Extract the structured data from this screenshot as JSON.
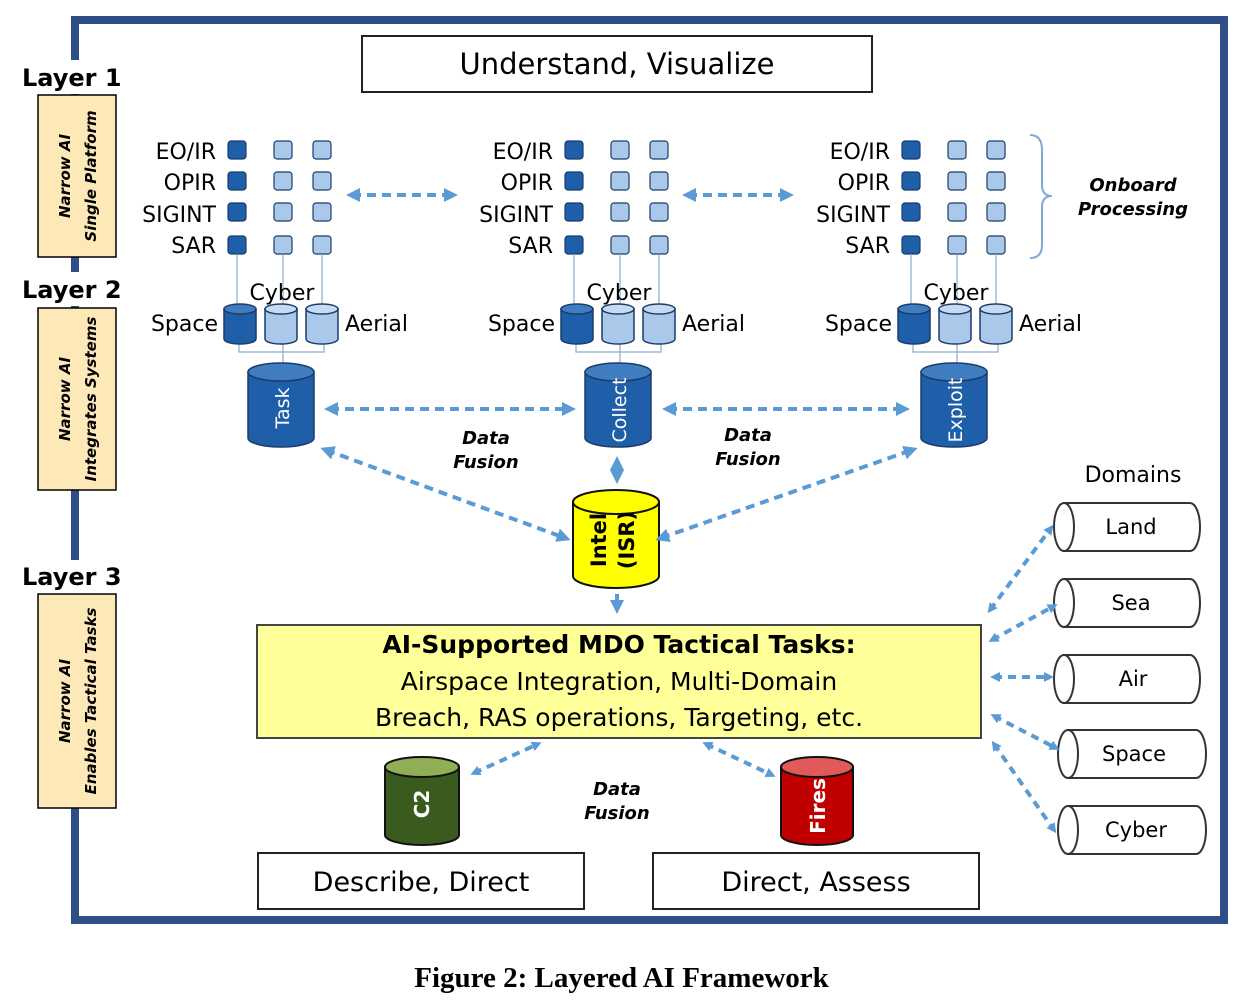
{
  "layers": [
    {
      "label": "Layer 1",
      "subtitle_line1": "Narrow AI",
      "subtitle_line2": "Single Platform"
    },
    {
      "label": "Layer 2",
      "subtitle_line1": "Narrow AI",
      "subtitle_line2": "Integrates Systems"
    },
    {
      "label": "Layer 3",
      "subtitle_line1": "Narrow AI",
      "subtitle_line2": "Enables Tactical Tasks"
    }
  ],
  "top_box": "Understand, Visualize",
  "sensors": [
    "EO/IR",
    "OPIR",
    "SIGINT",
    "SAR"
  ],
  "onboard": {
    "line1": "Onboard",
    "line2": "Processing"
  },
  "systems": {
    "left": "Space",
    "top": "Cyber",
    "right": "Aerial"
  },
  "cylinders": [
    "Task",
    "Collect",
    "Exploit"
  ],
  "data_fusion": {
    "line1": "Data",
    "line2": "Fusion"
  },
  "intel": {
    "line1": "Intel",
    "line2": "(ISR)"
  },
  "mdo": {
    "title": "AI-Supported MDO Tactical Tasks:",
    "line1": "Airspace Integration, Multi-Domain",
    "line2": "Breach, RAS operations, Targeting, etc."
  },
  "domains_title": "Domains",
  "domains": [
    "Land",
    "Sea",
    "Air",
    "Space",
    "Cyber"
  ],
  "c2": "C2",
  "fires": "Fires",
  "bottom_left_box": "Describe, Direct",
  "bottom_right_box": "Direct, Assess",
  "caption": "Figure 2: Layered AI Framework",
  "colors": {
    "frame": "#2e4f86",
    "dark_blue": "#1f5ea8",
    "light_blue": "#a9c8ea",
    "arrow": "#5b9bd5",
    "yellow": "#ffff99",
    "intel_yellow": "#ffff00",
    "layer_tan": "#fde9b8",
    "c2_green": "#3a5a1e",
    "fires_red": "#c00000"
  }
}
